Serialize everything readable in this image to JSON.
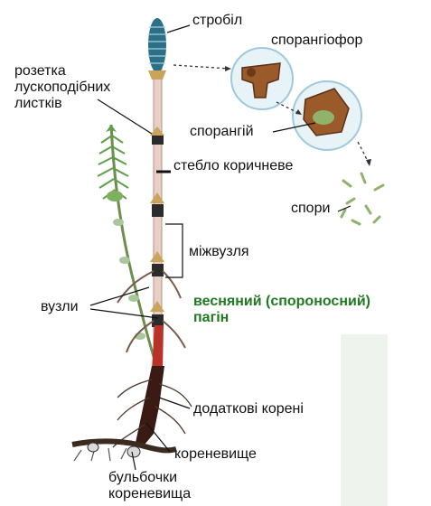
{
  "labels": {
    "strobil": "стробіл",
    "sporangiophore": "спорангіофор",
    "rosette": "розетка\nлускоподібних\nлистків",
    "sporangium": "спорангій",
    "stem": "стебло коричневе",
    "spores": "спори",
    "internode": "міжвузля",
    "nodes": "вузли",
    "spring_shoot": "весняний (спороносний)\nпагін",
    "adventitious_roots": "додаткові корені",
    "rhizome": "кореневище",
    "rhizome_tubers": "бульбочки\nкореневища"
  },
  "colors": {
    "label_text": "#111111",
    "spring_shoot_label": "#1f7a1f",
    "stem_pink": "#e8cfc3",
    "stem_dark": "#3a1a12",
    "strobil_blue": "#2d6f86",
    "green_shoot": "#5f9e4a",
    "circle_fill": "#e8f3f8",
    "circle_stroke": "#9cc9dc",
    "sporangium_brown": "#9b5a2a",
    "spore_green": "#8fb36a",
    "faint_panel": "#eef3ee"
  }
}
